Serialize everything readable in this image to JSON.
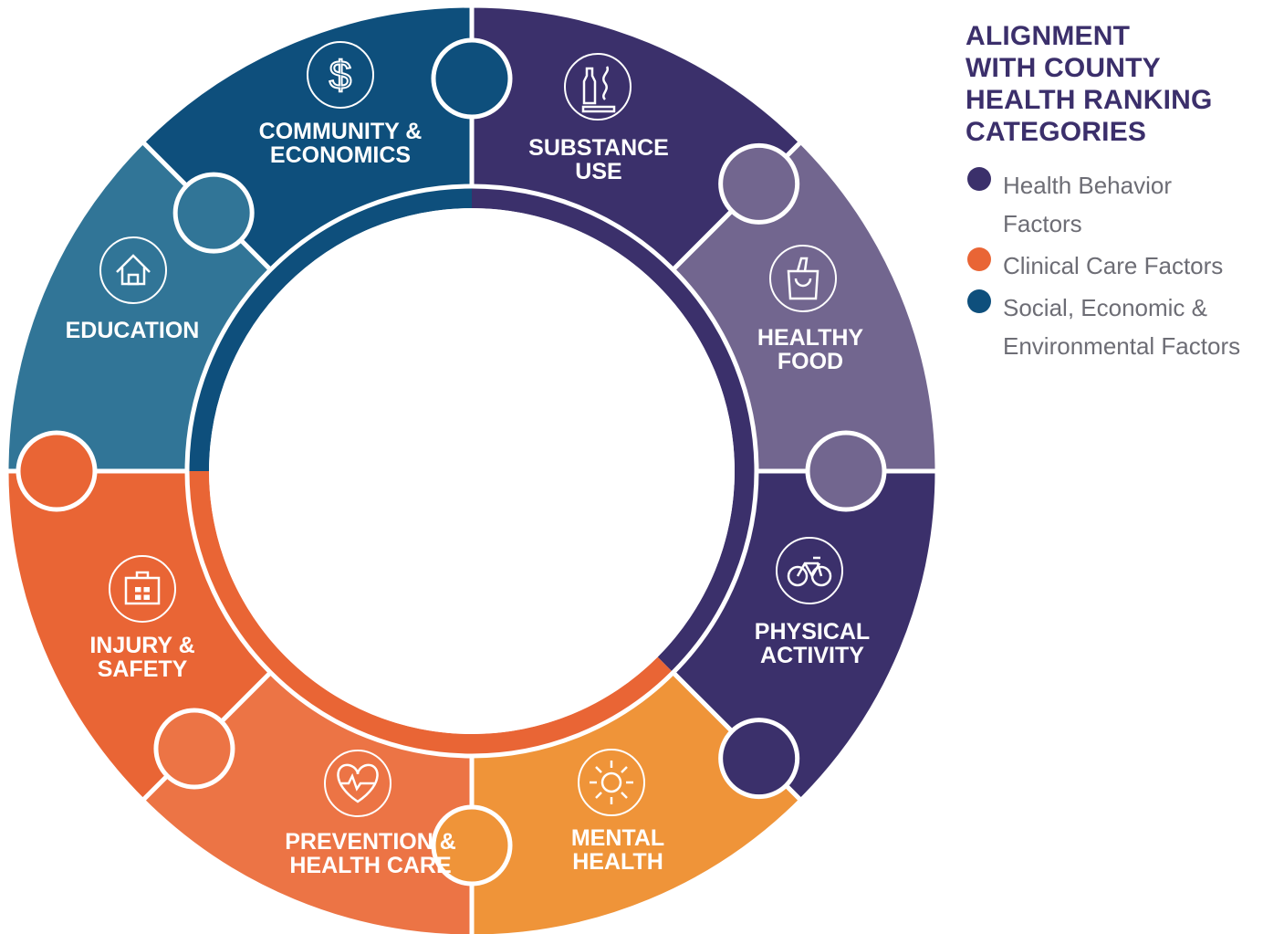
{
  "legend": {
    "title": [
      "ALIGNMENT",
      "WITH COUNTY",
      "HEALTH RANKING",
      "CATEGORIES"
    ],
    "items": [
      {
        "lines": [
          "Health Behavior",
          "Factors"
        ],
        "color": "#3b306b"
      },
      {
        "lines": [
          "Clinical Care Factors"
        ],
        "color": "#e96535"
      },
      {
        "lines": [
          "Social, Economic &",
          "Environmental Factors"
        ],
        "color": "#0e4f7c"
      }
    ]
  },
  "segments": [
    {
      "id": "substance-use",
      "lines": [
        "SUBSTANCE",
        "USE"
      ],
      "icon": "bottle-cigarette-icon",
      "color": "#3b306b",
      "category": "Health Behavior Factors"
    },
    {
      "id": "healthy-food",
      "lines": [
        "HEALTHY",
        "FOOD"
      ],
      "icon": "grocery-bag-icon",
      "color": "#72668f",
      "category": "Health Behavior Factors"
    },
    {
      "id": "physical-activity",
      "lines": [
        "PHYSICAL",
        "ACTIVITY"
      ],
      "icon": "bicycle-icon",
      "color": "#3b306b",
      "category": "Health Behavior Factors"
    },
    {
      "id": "mental-health",
      "lines": [
        "MENTAL",
        "HEALTH"
      ],
      "icon": "sun-icon",
      "color": "#ef9439",
      "category": "Clinical Care Factors"
    },
    {
      "id": "prevention-health-care",
      "lines": [
        "PREVENTION &",
        "HEALTH CARE"
      ],
      "icon": "heart-pulse-icon",
      "color": "#ec7445",
      "category": "Clinical Care Factors"
    },
    {
      "id": "injury-safety",
      "lines": [
        "INJURY &",
        "SAFETY"
      ],
      "icon": "first-aid-kit-icon",
      "color": "#e96535",
      "category": "Clinical Care Factors"
    },
    {
      "id": "education",
      "lines": [
        "EDUCATION"
      ],
      "icon": "house-icon",
      "color": "#317597",
      "category": "Social, Economic & Environmental Factors"
    },
    {
      "id": "community-economics",
      "lines": [
        "COMMUNITY &",
        "ECONOMICS"
      ],
      "icon": "dollar-icon",
      "color": "#0e4f7c",
      "category": "Social, Economic & Environmental Factors"
    }
  ],
  "inner_ring": [
    {
      "color": "#3b306b"
    },
    {
      "color": "#e96535"
    },
    {
      "color": "#0e4f7c"
    }
  ]
}
